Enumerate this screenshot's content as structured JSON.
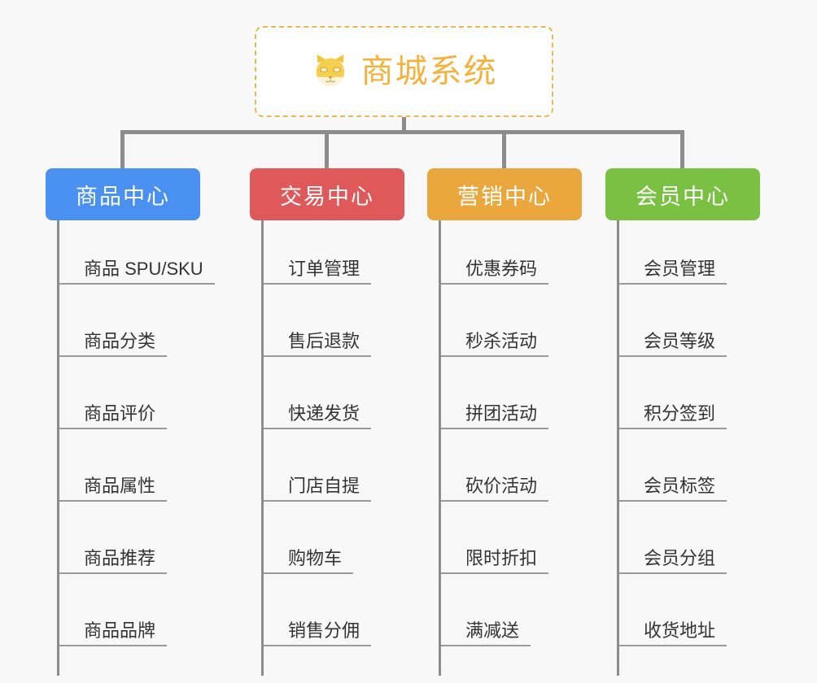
{
  "background_color": "#f8f8f8",
  "root": {
    "title": "商城系统",
    "icon": "shiba-dog-face-icon",
    "title_color": "#f3b23c",
    "border_color": "#eab94d"
  },
  "connector_color": "#8c8c8c",
  "columns": [
    {
      "header": "商品中心",
      "color": "#4a90f0",
      "items": [
        "商品 SPU/SKU",
        "商品分类",
        "商品评价",
        "商品属性",
        "商品推荐",
        "商品品牌"
      ]
    },
    {
      "header": "交易中心",
      "color": "#e0595a",
      "items": [
        "订单管理",
        "售后退款",
        "快递发货",
        "门店自提",
        "购物车",
        "销售分佣"
      ]
    },
    {
      "header": "营销中心",
      "color": "#e9a73d",
      "items": [
        "优惠券码",
        "秒杀活动",
        "拼团活动",
        "砍价活动",
        "限时折扣",
        "满减送"
      ]
    },
    {
      "header": "会员中心",
      "color": "#7ac143",
      "items": [
        "会员管理",
        "会员等级",
        "积分签到",
        "会员标签",
        "会员分组",
        "收货地址"
      ]
    }
  ]
}
